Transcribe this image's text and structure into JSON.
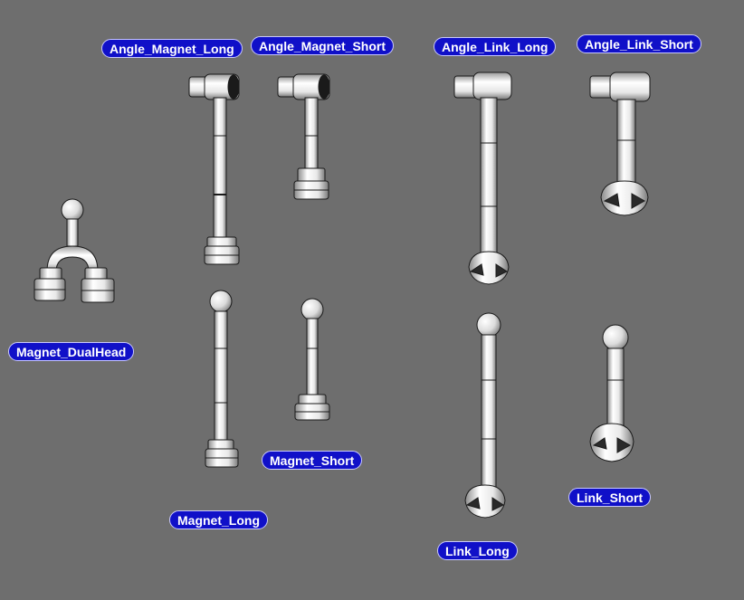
{
  "viewport": {
    "background": "#6e6e6e"
  },
  "label_style": {
    "fill": "#1010c8",
    "text": "#ffffff",
    "border": "#c8c8ff"
  },
  "parts": [
    {
      "id": "angle-magnet-long",
      "label": "Angle_Magnet_Long"
    },
    {
      "id": "angle-magnet-short",
      "label": "Angle_Magnet_Short"
    },
    {
      "id": "angle-link-long",
      "label": "Angle_Link_Long"
    },
    {
      "id": "angle-link-short",
      "label": "Angle_Link_Short"
    },
    {
      "id": "magnet-dualhead",
      "label": "Magnet_DualHead"
    },
    {
      "id": "magnet-short",
      "label": "Magnet_Short"
    },
    {
      "id": "magnet-long",
      "label": "Magnet_Long"
    },
    {
      "id": "link-short",
      "label": "Link_Short"
    },
    {
      "id": "link-long",
      "label": "Link_Long"
    }
  ]
}
